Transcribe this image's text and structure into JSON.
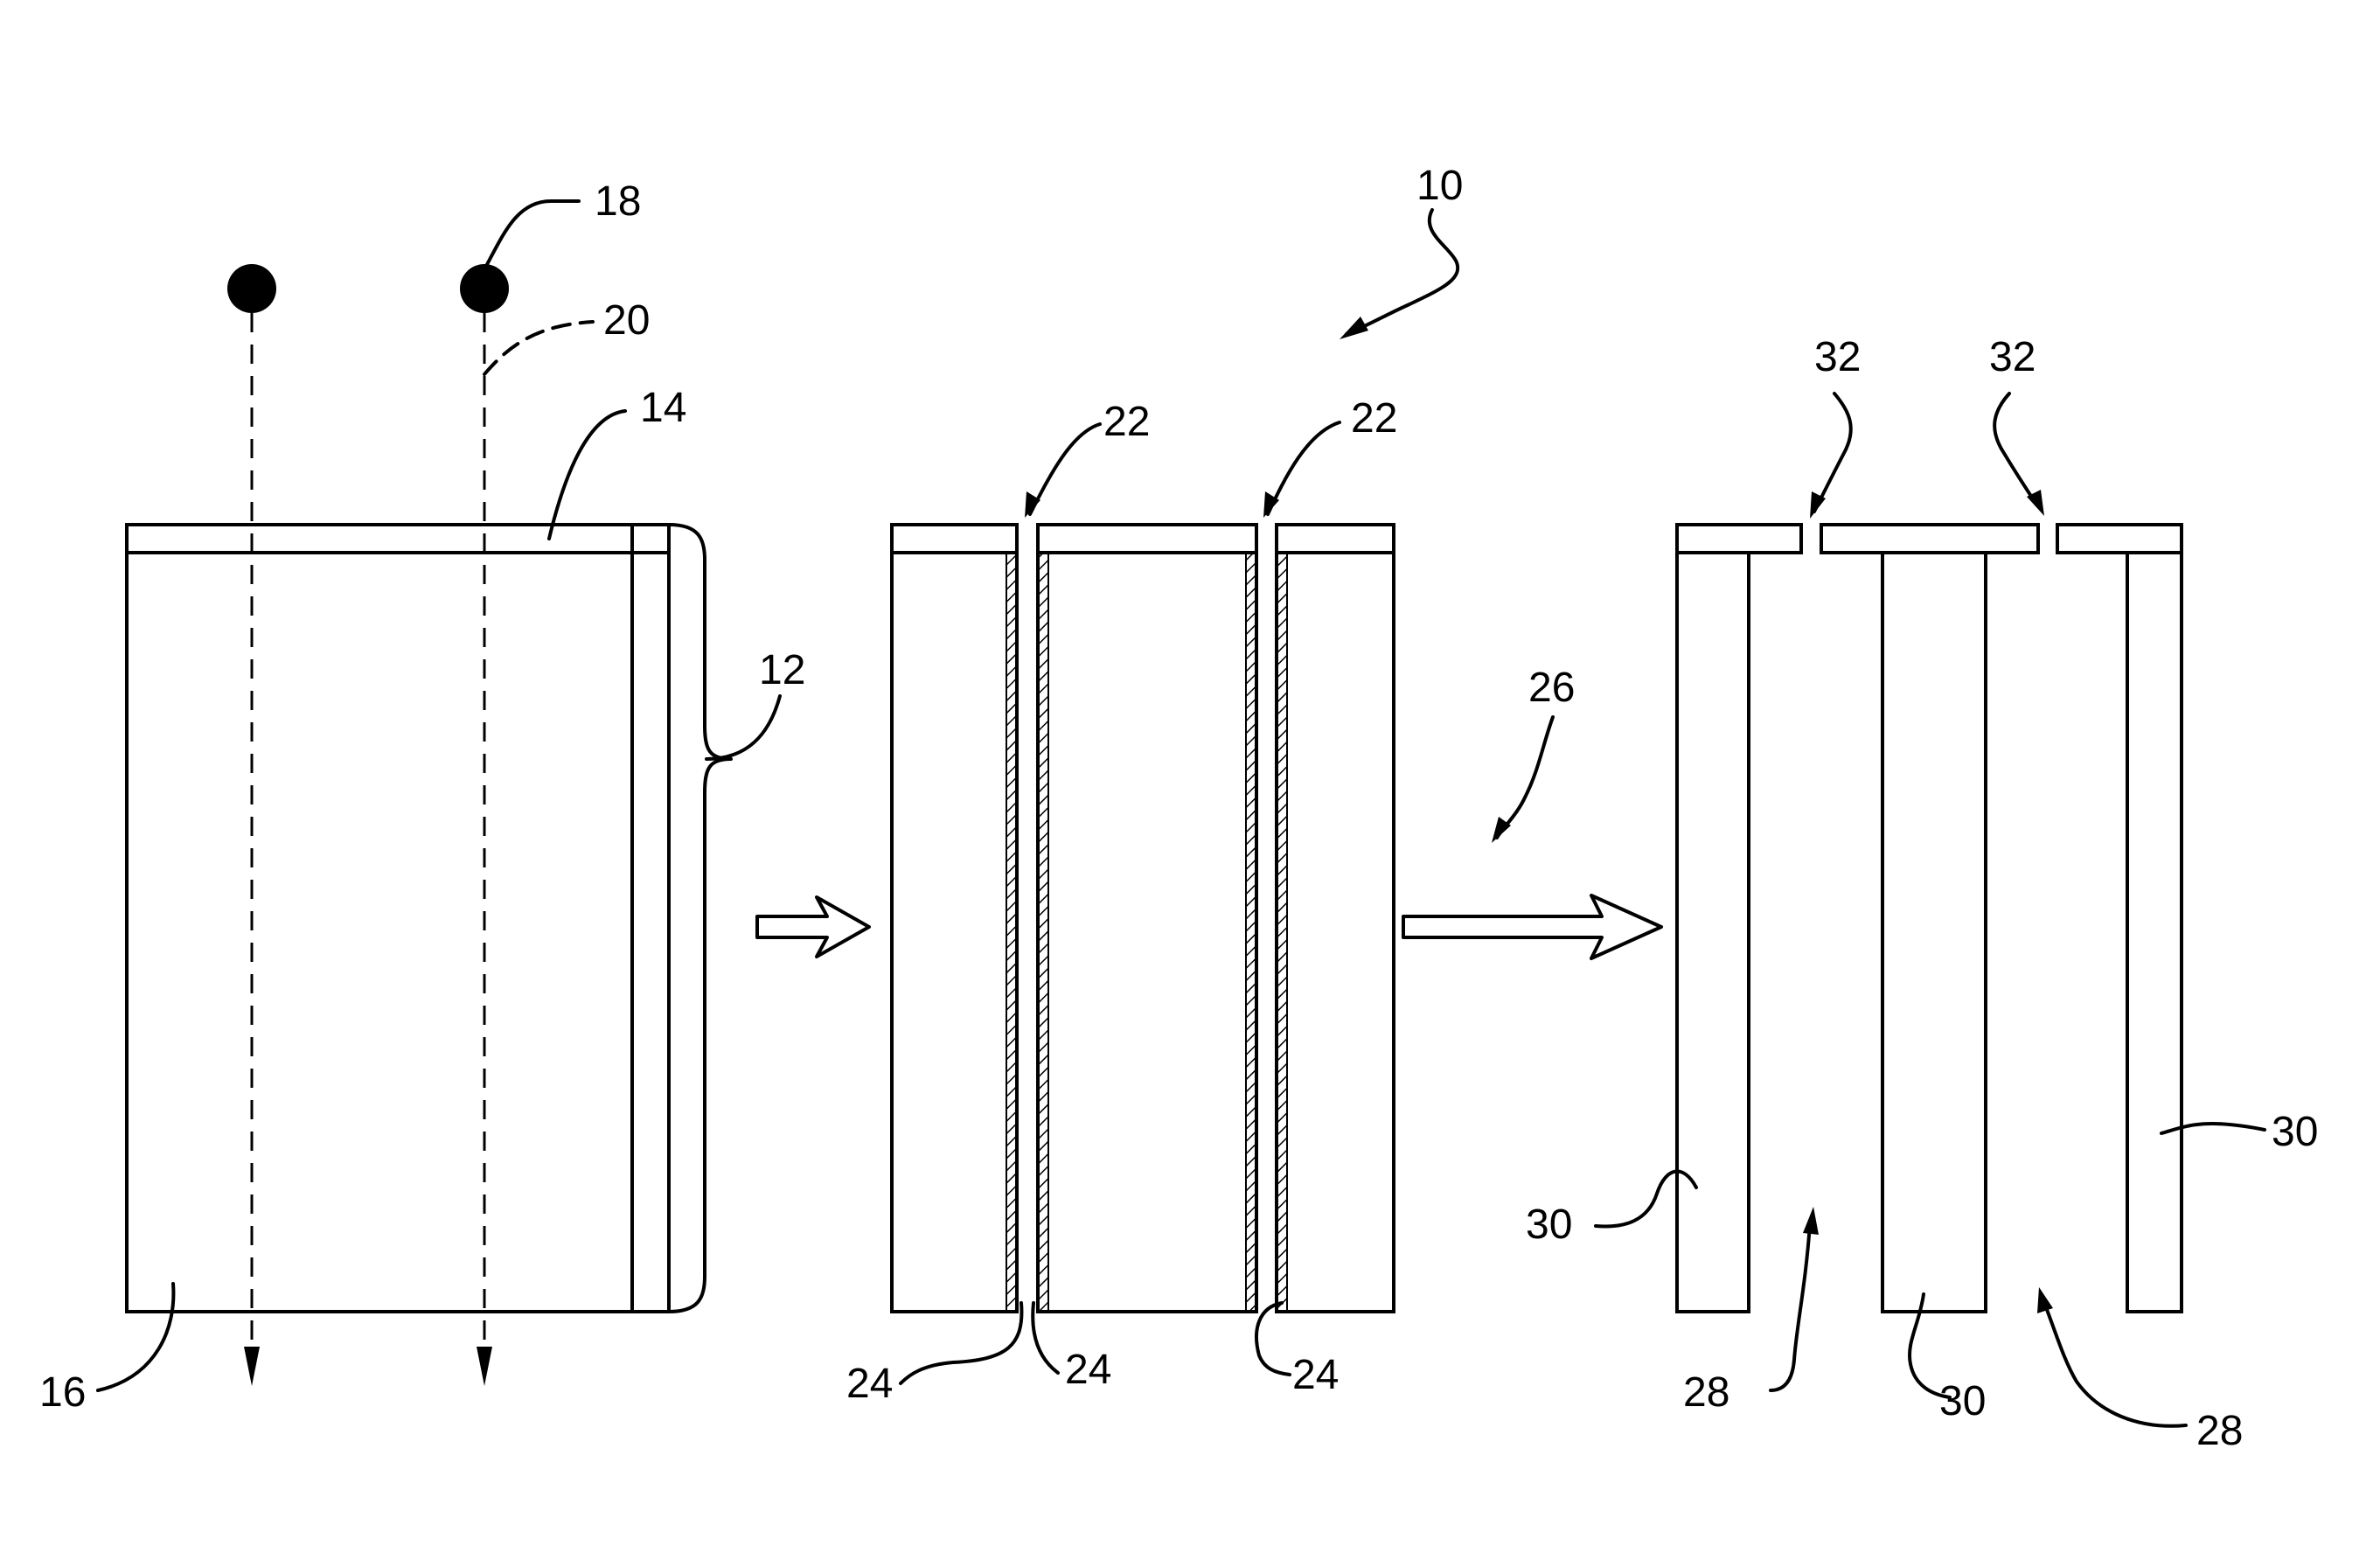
{
  "labels": {
    "fig_ref": "10",
    "substrate_assembly": "12",
    "top_layer": "14",
    "base_layer": "16",
    "particle": "18",
    "track": "20",
    "opening_left": "22",
    "opening_right": "22",
    "wall_a": "24",
    "wall_b": "24",
    "wall_c": "24",
    "etch_step": "26",
    "channel_left": "28",
    "channel_right": "28",
    "pillar_left": "30",
    "pillar_middle": "30",
    "pillar_right": "30",
    "pore_left": "32",
    "pore_right": "32"
  }
}
